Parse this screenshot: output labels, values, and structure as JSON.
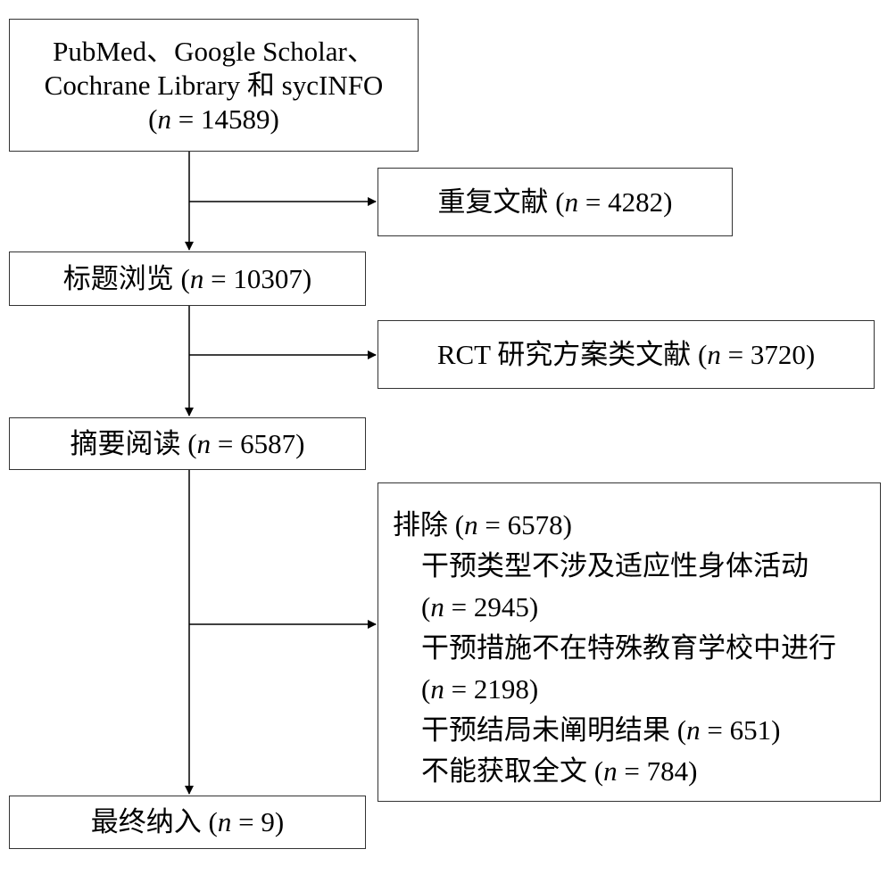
{
  "databases_box": {
    "line1": "PubMed、Google Scholar、",
    "line2": "Cochrane Library 和 sycINFO",
    "n": "14589"
  },
  "duplicates_box": {
    "label": "重复文献",
    "n": "4282"
  },
  "title_screen_box": {
    "label": "标题浏览",
    "n": "10307"
  },
  "rct_box": {
    "label": "RCT 研究方案类文献",
    "n": "3720"
  },
  "abstract_box": {
    "label": "摘要阅读",
    "n": "6587"
  },
  "exclusion_box": {
    "label": "排除",
    "n": "6578",
    "reasons": [
      {
        "text": "干预类型不涉及适应性身体活动",
        "n": "2945"
      },
      {
        "text": "干预措施不在特殊教育学校中进行",
        "n": "2198"
      },
      {
        "text": "干预结局未阐明结果",
        "n": "651"
      },
      {
        "text": "不能获取全文",
        "n": "784"
      }
    ]
  },
  "final_box": {
    "label": "最终纳入",
    "n": "9"
  }
}
